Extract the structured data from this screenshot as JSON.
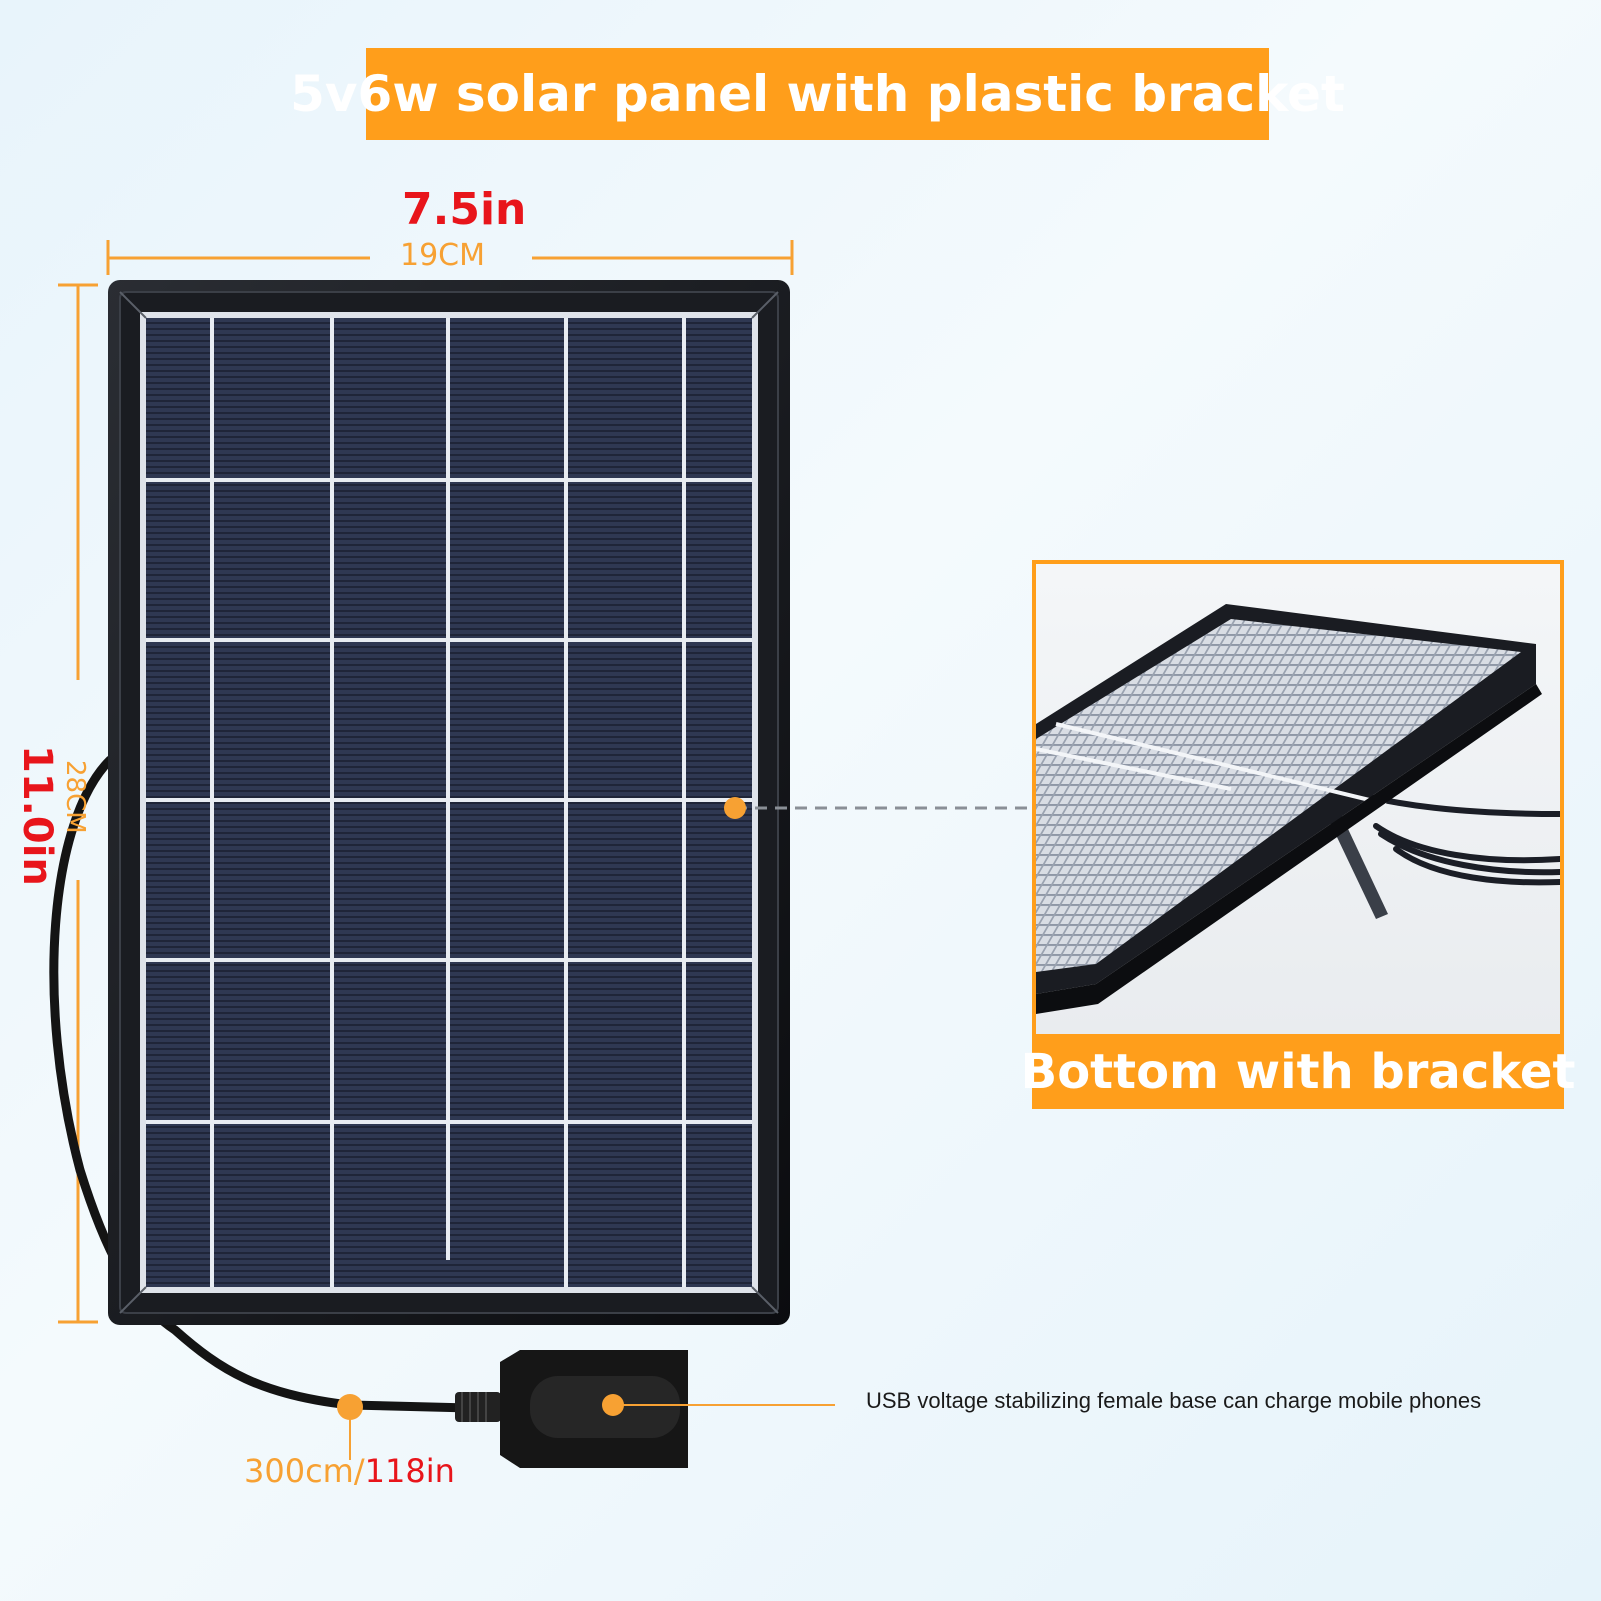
{
  "title": "5v6w solar panel with plastic bracket",
  "dimensions": {
    "width_in": "7.5in",
    "width_cm": "19CM",
    "height_in": "11.0in",
    "height_cm": "28CM"
  },
  "inset": {
    "caption": "Bottom with bracket"
  },
  "cable": {
    "length_cm": "300cm/",
    "length_in": "118in"
  },
  "usb_note": "USB voltage stabilizing female base can charge mobile phones",
  "colors": {
    "accent_orange": "#ff9e1b",
    "dimension_red": "#e8151b",
    "panel_cell": "#2e3650",
    "panel_frame": "#111318"
  }
}
